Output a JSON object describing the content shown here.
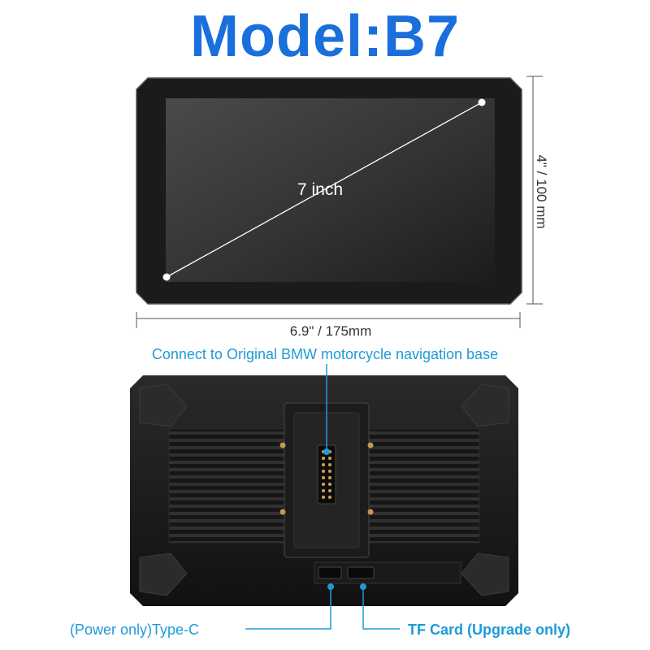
{
  "title": "Model:B7",
  "front": {
    "diagonal_label": "7 inch",
    "height_label": "4\" / 100 mm",
    "width_label": "6.9\" / 175mm"
  },
  "back": {
    "base_callout": "Connect to Original BMW motorcycle navigation base",
    "typec_callout": "(Power only)Type-C",
    "tf_callout": "TF Card (Upgrade only)"
  },
  "colors": {
    "title": "#1a6fdc",
    "accent": "#1d9bd7",
    "device_body": "#1a1a1a",
    "screen": "#3a3a3a",
    "connector": "#d4a24c"
  }
}
